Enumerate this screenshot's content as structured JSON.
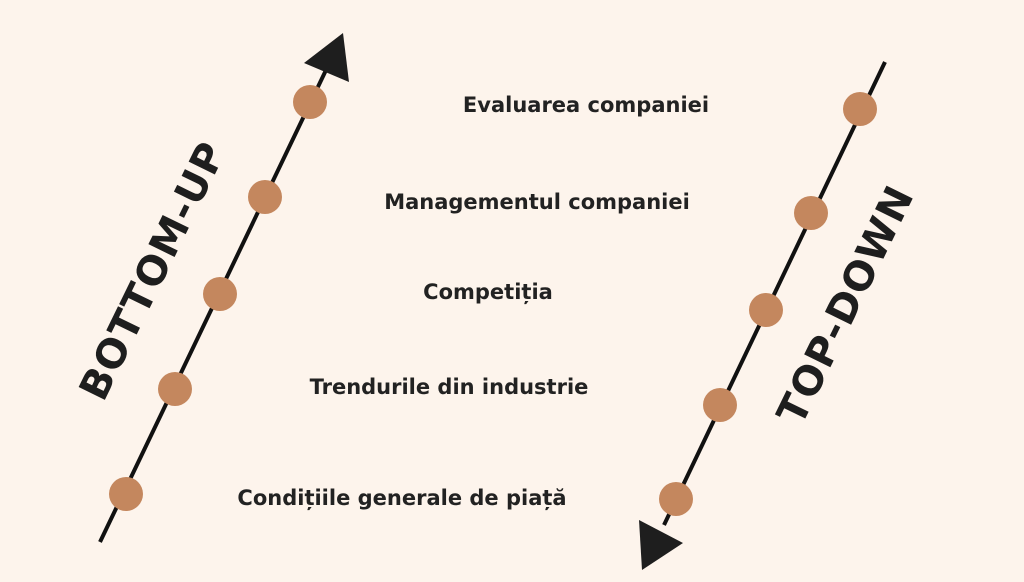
{
  "colors": {
    "background": "#fdf4ec",
    "dot": "#c4875e",
    "line": "#111111",
    "text": "#222222"
  },
  "left_axis": {
    "title": "BOTTOM-UP",
    "direction": "up"
  },
  "right_axis": {
    "title": "TOP-DOWN",
    "direction": "down"
  },
  "steps": [
    "Evaluarea companiei",
    "Managementul companiei",
    "Competiția",
    "Trendurile din industrie",
    "Condițiile generale de piață"
  ]
}
